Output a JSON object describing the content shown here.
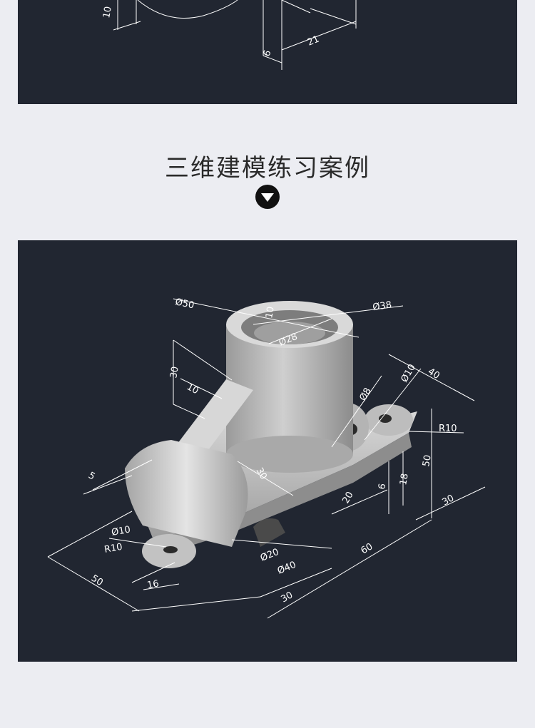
{
  "heading": "三维建模练习案例",
  "colors": {
    "background": "#ecedf2",
    "panel": "#212631",
    "line": "#ffffff"
  },
  "icons": {
    "section_arrow": "chevron-down-circle-icon"
  },
  "top_drawing": {
    "dims": [
      "10",
      "21",
      "6"
    ]
  },
  "main_drawing": {
    "dims": [
      "Ø50",
      "Ø38",
      "Ø28",
      "10",
      "30",
      "10",
      "Ø8",
      "Ø10",
      "40",
      "R10",
      "50",
      "5",
      "30",
      "6",
      "18",
      "20",
      "30",
      "60",
      "Ø10",
      "R10",
      "Ø20",
      "Ø40",
      "50",
      "16",
      "30"
    ]
  }
}
